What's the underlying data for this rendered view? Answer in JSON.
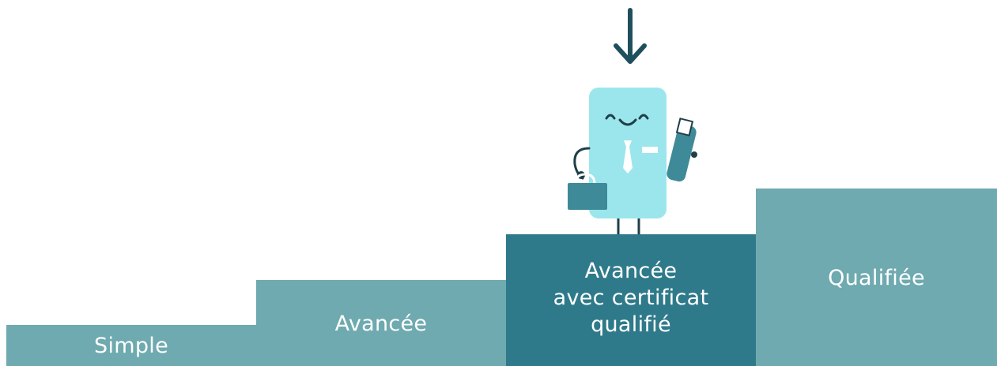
{
  "levels": [
    {
      "label": "Simple"
    },
    {
      "label": "Avancée"
    },
    {
      "label": "Avancée\navec certificat\nqualifié"
    },
    {
      "label": "Qualifiée"
    }
  ],
  "highlight_level": "Avancée avec certificat qualifié",
  "colors": {
    "step": "#6eaaaf",
    "step_selected": "#2f7a8a",
    "arrow": "#1f4f5c",
    "mascot_body": "#9be6ec",
    "usb_key": "#3f8a98"
  },
  "icons": [
    "down-arrow-icon",
    "mascot-illustration",
    "briefcase-icon",
    "usb-key-icon"
  ]
}
